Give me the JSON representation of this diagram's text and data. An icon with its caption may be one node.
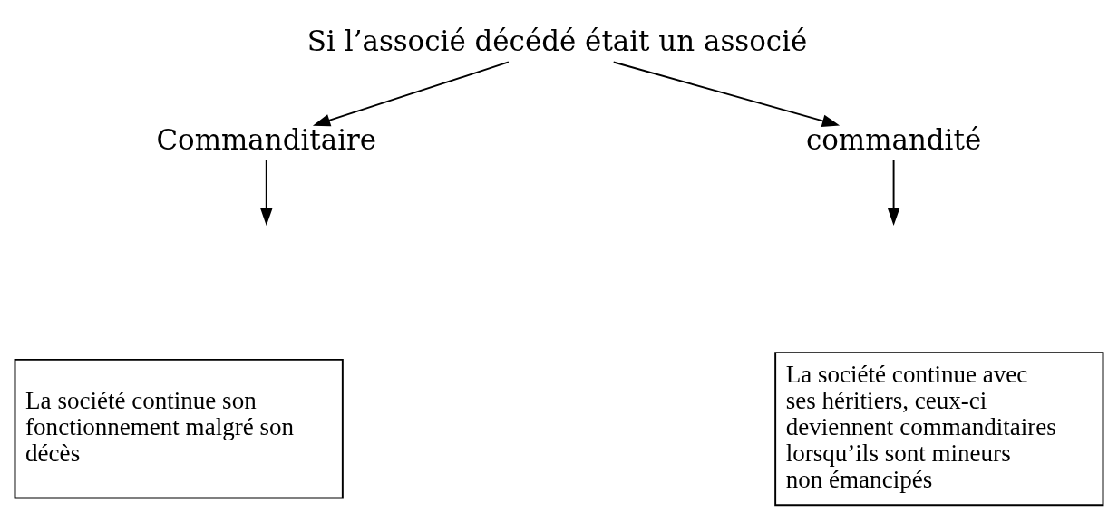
{
  "diagram": {
    "nodes": [
      {
        "text": [
          "Si l’associé décédé était un associé"
        ]
      },
      {
        "text": [
          "Commanditaire"
        ]
      },
      {
        "text": [
          "commandité"
        ]
      },
      {
        "text": [
          "La société continue son fonctionnement malgré son décès"
        ]
      },
      {
        "text": [
          "La société continue avec ses héritiers, ceux-ci deviennent commanditaires lorsqu’ils sont mineurs non émancipés"
        ]
      }
    ],
    "edges": [
      {
        "from": 0,
        "to": 1,
        "arrow": "to"
      },
      {
        "from": 0,
        "to": 2,
        "arrow": "to"
      },
      {
        "from": 1,
        "to": null,
        "arrow": "to"
      },
      {
        "from": 2,
        "to": null,
        "arrow": "to"
      }
    ]
  }
}
